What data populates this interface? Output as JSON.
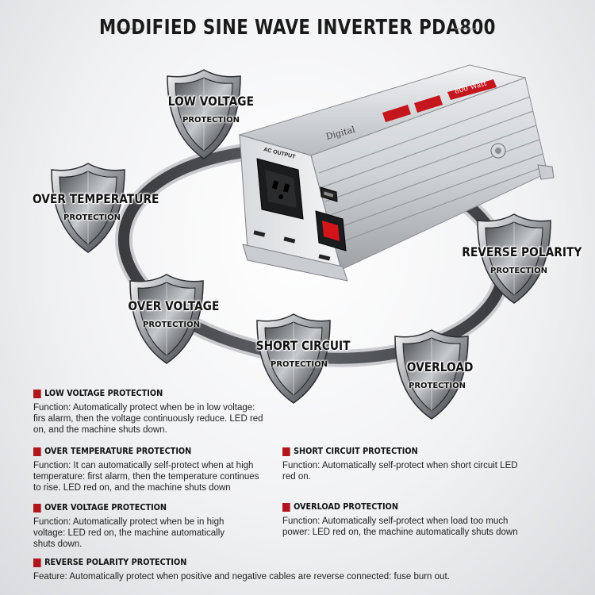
{
  "title": "MODIFIED SINE WAVE INVERTER PDA800",
  "shield": {
    "low_voltage": {
      "label": "LOW VOLTAGE",
      "sub": "PROTECTION"
    },
    "over_temperature": {
      "label": "OVER TEMPERATURE",
      "sub": "PROTECTION"
    },
    "over_voltage": {
      "label": "OVER VOLTAGE",
      "sub": "PROTECTION"
    },
    "short_circuit": {
      "label": "SHORT CIRCUIT",
      "sub": "PROTECTION"
    },
    "overload": {
      "label": "OVERLOAD",
      "sub": "PROTECTION"
    },
    "reverse_polarity": {
      "label": "REVERSE POLARITY",
      "sub": "PROTECTION"
    }
  },
  "product": {
    "ac_output_label": "AC OUTPUT",
    "brand_label": "Digital",
    "power_label": "800 Watt"
  },
  "descriptions": {
    "low_voltage": {
      "heading": "LOW VOLTAGE PROTECTION",
      "text": "Function: Automatically protect when be in low voltage: firs alarm, then the voltage continuously reduce. LED red on, and the machine shuts down."
    },
    "over_temperature": {
      "heading": "OVER TEMPERATURE PROTECTION",
      "text": "Function: It can automatically self-protect when at high temperature: first alarm, then the temperature continues to rise. LED red on, and the machine shuts down"
    },
    "over_voltage": {
      "heading": "OVER VOLTAGE PROTECTION",
      "text": "Function: Automatically protect when be in high voltage: LED red on, the machine automatically shuts down."
    },
    "reverse_polarity": {
      "heading": "REVERSE POLARITY PROTECTION",
      "text": "Feature: Automatically protect when positive and negative cables are reverse connected: fuse burn out."
    },
    "short_circuit": {
      "heading": "SHORT CIRCUIT PROTECTION",
      "text": "Function: Automatically self-protect when short circuit LED red on."
    },
    "overload": {
      "heading": "OVERLOAD PROTECTION",
      "text": "Function: Automatically self-protect when load too much power: LED red on, the machine automatically shuts down"
    }
  },
  "colors": {
    "accent": "#b0171c",
    "metal_dark": "#3a3d42",
    "metal_light": "#e9ebee"
  },
  "icons": [
    "shield-icon",
    "switch-icon",
    "socket-icon",
    "usb-icon"
  ]
}
